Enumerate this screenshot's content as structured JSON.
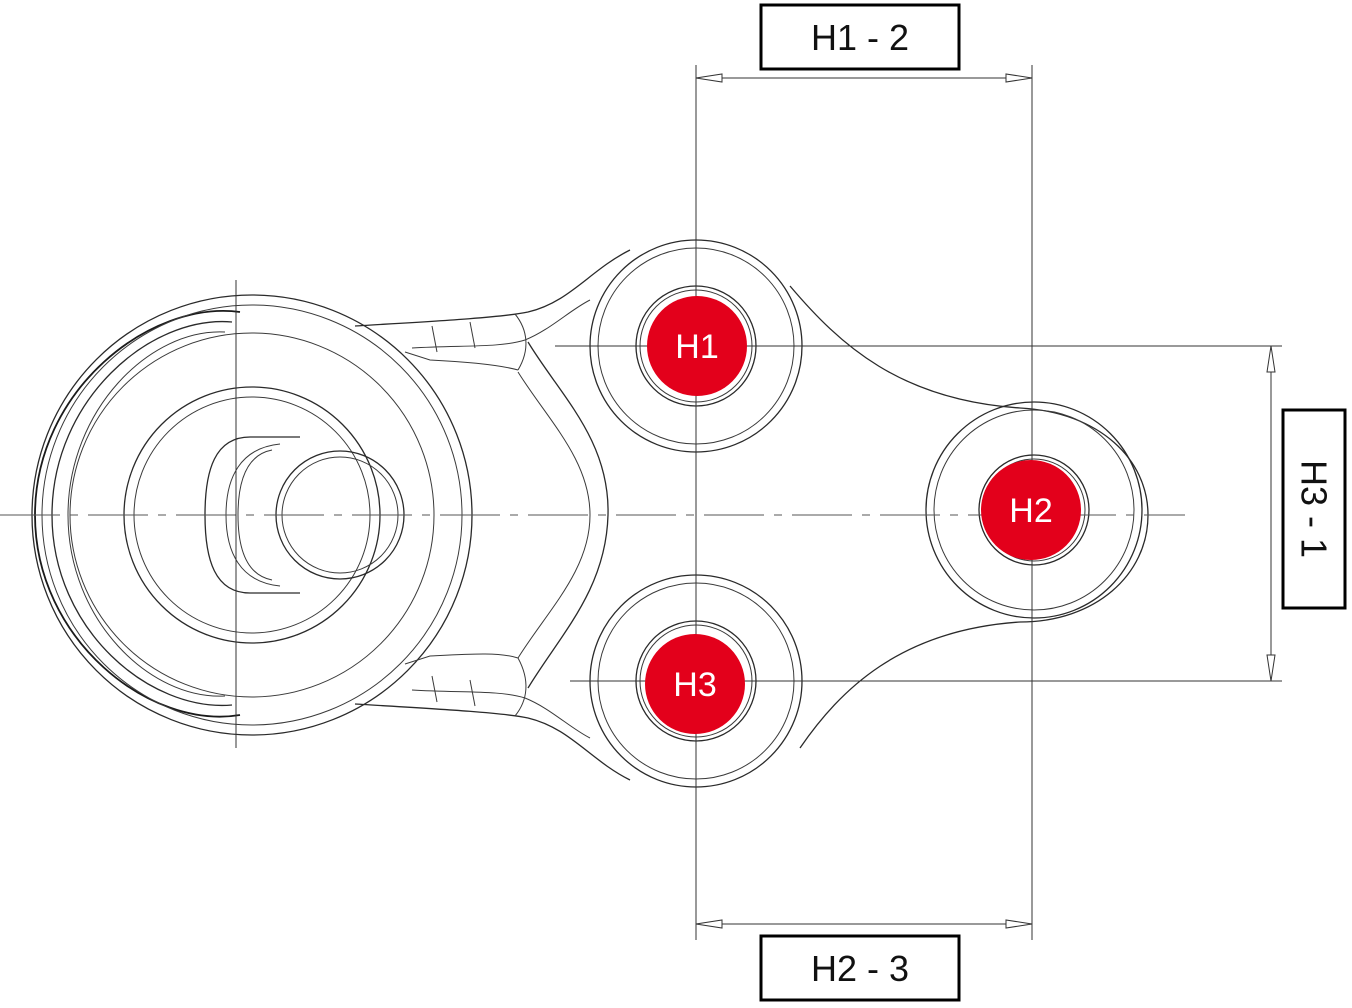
{
  "colors": {
    "hole_marker": "#e3001b",
    "line": "#2a2a2a",
    "label_border": "#000000"
  },
  "holes": {
    "h1": "H1",
    "h2": "H2",
    "h3": "H3"
  },
  "dimensions": {
    "top": "H1 - 2",
    "bottom": "H2 - 3",
    "right": "H3 - 1"
  }
}
